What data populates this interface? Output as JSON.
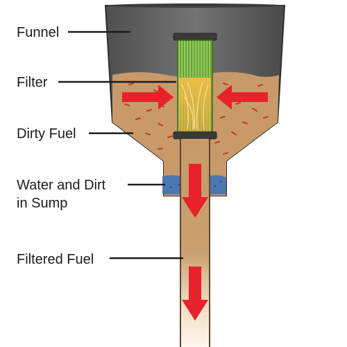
{
  "labels": {
    "funnel": "Funnel",
    "filter": "Filter",
    "dirty_fuel": "Dirty Fuel",
    "sump_line1": "Water and Dirt",
    "sump_line2": "in Sump",
    "filtered_fuel": "Filtered Fuel"
  },
  "colors": {
    "funnel_body": "#6b6b6b",
    "fuel": "#c89a6a",
    "arrow": "#e8222a",
    "filter_mesh": "#8bc34a",
    "water": "#3f73b8",
    "dirt_specks": "#c0392b"
  }
}
